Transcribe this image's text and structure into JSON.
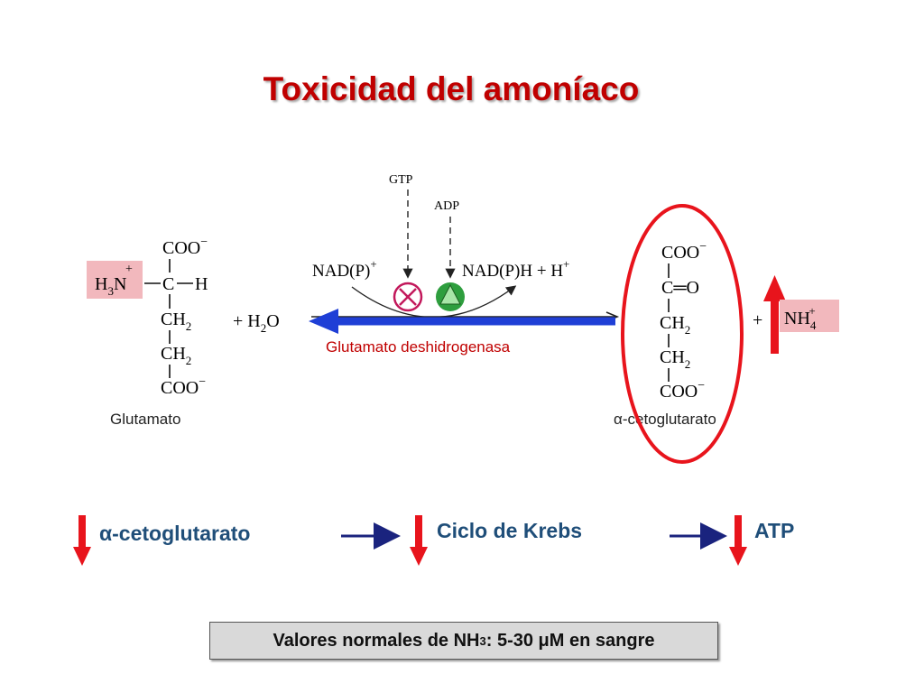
{
  "title": "Toxicidad del amoníaco",
  "reaction": {
    "cofactors_top": {
      "gtp": "GTP",
      "adp": "ADP"
    },
    "nad_left": "NAD(P)",
    "nad_left_sup": "+",
    "nad_right": "NAD(P)H + H",
    "nad_right_sup": "+",
    "water_prefix": "+ H",
    "water_sub": "2",
    "water_suffix": "O",
    "enzyme": "Glutamato deshidrogenasa",
    "plus_right": "+",
    "glutamate": {
      "coo_top": "COO",
      "coo_top_sup": "−",
      "h3n": "H",
      "h3n_sub": "3",
      "h3n_n": "N",
      "h3n_sup": "+",
      "c": "C",
      "h": "H",
      "ch2_a": "CH",
      "ch2_a_sub": "2",
      "ch2_b": "CH",
      "ch2_b_sub": "2",
      "coo_bottom": "COO",
      "coo_bottom_sup": "−",
      "label": "Glutamato"
    },
    "akg": {
      "coo_top": "COO",
      "coo_top_sup": "−",
      "co": "C═O",
      "ch2_a": "CH",
      "ch2_a_sub": "2",
      "ch2_b": "CH",
      "ch2_b_sub": "2",
      "coo_bottom": "COO",
      "coo_bottom_sup": "−",
      "label": "α-cetoglutarato"
    },
    "nh4": {
      "base": "NH",
      "sub": "4",
      "sup": "+"
    }
  },
  "cascade": {
    "item1": "α-cetoglutarato",
    "item2": "Ciclo de Krebs",
    "item3": "ATP"
  },
  "footer": {
    "prefix": "Valores normales de NH",
    "sub": "3",
    "suffix": ": 5-30 μM en sangre"
  },
  "colors": {
    "title": "#c00000",
    "red_arrow": "#e8141c",
    "blue_arrow": "#1f3fd6",
    "navy_arrow": "#1a237e",
    "enzyme_text": "#c00000",
    "cascade_text": "#1f4e79",
    "highlight": "#f2b8bd",
    "inhibitor": "#c2185b",
    "activator": "#2e9e3e",
    "footer_bg": "#d9d9d9"
  },
  "icons": [
    "inhibitor-circle-x-icon",
    "activator-triangle-icon"
  ]
}
